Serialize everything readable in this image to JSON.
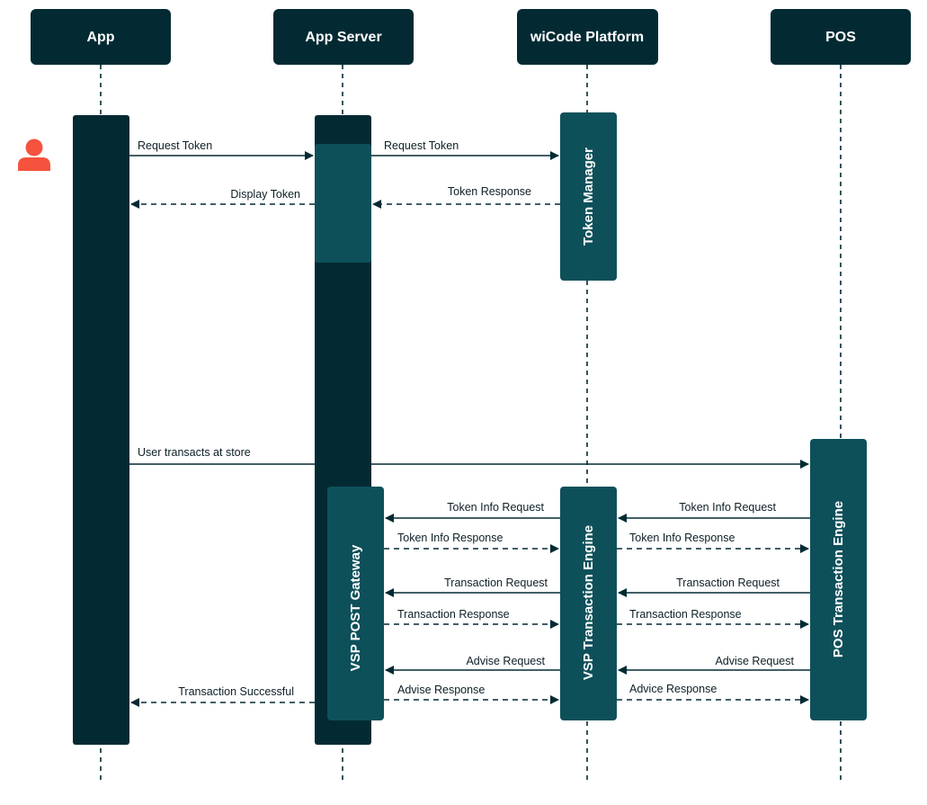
{
  "colors": {
    "header": "#032a33",
    "lifeline": "#032a33",
    "activation_dark": "#032a33",
    "activation_teal": "#0e505a",
    "arrow": "#032a33",
    "actor": "#f5533d",
    "text": "#0d1f26"
  },
  "participants": [
    {
      "id": "app",
      "label": "App"
    },
    {
      "id": "app_server",
      "label": "App Server"
    },
    {
      "id": "wicode",
      "label": "wiCode Platform"
    },
    {
      "id": "pos",
      "label": "POS"
    }
  ],
  "actor": {
    "icon": "user-icon"
  },
  "activations": [
    {
      "id": "token-manager",
      "label": "Token Manager"
    },
    {
      "id": "vsp-post-gateway",
      "label": "VSP POST Gateway"
    },
    {
      "id": "vsp-transaction-engine",
      "label": "VSP Transaction Engine"
    },
    {
      "id": "pos-transaction-engine",
      "label": "POS Transaction Engine"
    }
  ],
  "messages": [
    {
      "from": "app",
      "to": "app_server",
      "label": "Request Token",
      "style": "solid"
    },
    {
      "from": "app_server",
      "to": "wicode",
      "label": "Request Token",
      "style": "solid"
    },
    {
      "from": "wicode",
      "to": "app_server",
      "label": "Token Response",
      "style": "dashed"
    },
    {
      "from": "app_server",
      "to": "app",
      "label": "Display Token",
      "style": "dashed"
    },
    {
      "from": "app",
      "to": "pos",
      "label": "User transacts at store",
      "style": "solid"
    },
    {
      "from": "pos",
      "to": "wicode",
      "label": "Token Info Request",
      "style": "solid"
    },
    {
      "from": "wicode",
      "to": "app_server",
      "label": "Token Info Request",
      "style": "solid"
    },
    {
      "from": "app_server",
      "to": "wicode",
      "label": "Token Info Response",
      "style": "dashed"
    },
    {
      "from": "wicode",
      "to": "pos",
      "label": "Token Info Response",
      "style": "dashed"
    },
    {
      "from": "pos",
      "to": "wicode",
      "label": "Transaction Request",
      "style": "solid"
    },
    {
      "from": "wicode",
      "to": "app_server",
      "label": "Transaction Request",
      "style": "solid"
    },
    {
      "from": "app_server",
      "to": "wicode",
      "label": "Transaction Response",
      "style": "dashed"
    },
    {
      "from": "wicode",
      "to": "pos",
      "label": "Transaction Response",
      "style": "dashed"
    },
    {
      "from": "pos",
      "to": "wicode",
      "label": "Advise Request",
      "style": "solid"
    },
    {
      "from": "wicode",
      "to": "app_server",
      "label": "Advise Request",
      "style": "solid"
    },
    {
      "from": "app_server",
      "to": "app",
      "label": "Transaction Successful",
      "style": "dashed"
    },
    {
      "from": "app_server",
      "to": "wicode",
      "label": "Advise Response",
      "style": "dashed"
    },
    {
      "from": "wicode",
      "to": "pos",
      "label": "Advice Response",
      "style": "dashed"
    }
  ]
}
